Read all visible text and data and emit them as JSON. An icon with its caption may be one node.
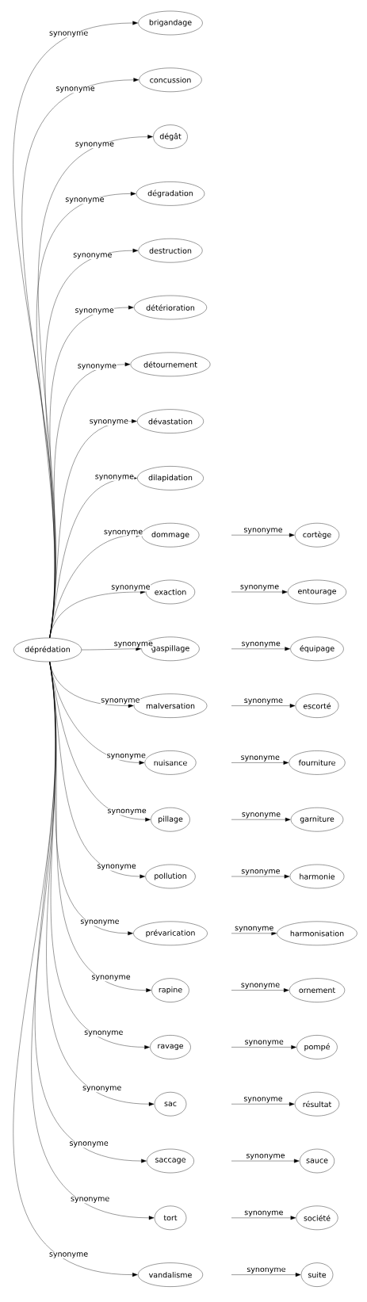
{
  "diagram": {
    "nodes": [
      {
        "text": [
          "déprédation"
        ]
      },
      {
        "text": [
          "brigandage"
        ]
      },
      {
        "text": [
          "concussion"
        ]
      },
      {
        "text": [
          "dégât"
        ]
      },
      {
        "text": [
          "dégradation"
        ]
      },
      {
        "text": [
          "destruction"
        ]
      },
      {
        "text": [
          "détérioration"
        ]
      },
      {
        "text": [
          "détournement"
        ]
      },
      {
        "text": [
          "dévastation"
        ]
      },
      {
        "text": [
          "dilapidation"
        ]
      },
      {
        "text": [
          "dommage"
        ]
      },
      {
        "text": [
          "exaction"
        ]
      },
      {
        "text": [
          "gaspillage"
        ]
      },
      {
        "text": [
          "malversation"
        ]
      },
      {
        "text": [
          "nuisance"
        ]
      },
      {
        "text": [
          "pillage"
        ]
      },
      {
        "text": [
          "pollution"
        ]
      },
      {
        "text": [
          "prévarication"
        ]
      },
      {
        "text": [
          "rapine"
        ]
      },
      {
        "text": [
          "ravage"
        ]
      },
      {
        "text": [
          "sac"
        ]
      },
      {
        "text": [
          "saccage"
        ]
      },
      {
        "text": [
          "tort"
        ]
      },
      {
        "text": [
          "vandalisme"
        ]
      },
      {
        "text": [
          "cortège"
        ]
      },
      {
        "text": [
          "entourage"
        ]
      },
      {
        "text": [
          "équipage"
        ]
      },
      {
        "text": [
          "escorté"
        ]
      },
      {
        "text": [
          "fourniture"
        ]
      },
      {
        "text": [
          "garniture"
        ]
      },
      {
        "text": [
          "harmonie"
        ]
      },
      {
        "text": [
          "harmonisation"
        ]
      },
      {
        "text": [
          "ornement"
        ]
      },
      {
        "text": [
          "pompé"
        ]
      },
      {
        "text": [
          "résultat"
        ]
      },
      {
        "text": [
          "sauce"
        ]
      },
      {
        "text": [
          "société"
        ]
      },
      {
        "text": [
          "suite"
        ]
      }
    ],
    "edges": [
      {
        "from": 0,
        "to": 1,
        "arrow": "to",
        "label": "synonyme"
      },
      {
        "from": 0,
        "to": 2,
        "arrow": "to",
        "label": "synonyme"
      },
      {
        "from": 0,
        "to": 3,
        "arrow": "to",
        "label": "synonyme"
      },
      {
        "from": 0,
        "to": 4,
        "arrow": "to",
        "label": "synonyme"
      },
      {
        "from": 0,
        "to": 5,
        "arrow": "to",
        "label": "synonyme"
      },
      {
        "from": 0,
        "to": 6,
        "arrow": "to",
        "label": "synonyme"
      },
      {
        "from": 0,
        "to": 7,
        "arrow": "to",
        "label": "synonyme"
      },
      {
        "from": 0,
        "to": 8,
        "arrow": "to",
        "label": "synonyme"
      },
      {
        "from": 0,
        "to": 9,
        "arrow": "to",
        "label": "synonyme"
      },
      {
        "from": 0,
        "to": 10,
        "arrow": "to",
        "label": "synonyme"
      },
      {
        "from": 0,
        "to": 11,
        "arrow": "to",
        "label": "synonyme"
      },
      {
        "from": 0,
        "to": 12,
        "arrow": "to",
        "label": "synonyme"
      },
      {
        "from": 0,
        "to": 13,
        "arrow": "to",
        "label": "synonyme"
      },
      {
        "from": 0,
        "to": 14,
        "arrow": "to",
        "label": "synonyme"
      },
      {
        "from": 0,
        "to": 15,
        "arrow": "to",
        "label": "synonyme"
      },
      {
        "from": 0,
        "to": 16,
        "arrow": "to",
        "label": "synonyme"
      },
      {
        "from": 0,
        "to": 17,
        "arrow": "to",
        "label": "synonyme"
      },
      {
        "from": 0,
        "to": 18,
        "arrow": "to",
        "label": "synonyme"
      },
      {
        "from": 0,
        "to": 19,
        "arrow": "to",
        "label": "synonyme"
      },
      {
        "from": 0,
        "to": 20,
        "arrow": "to",
        "label": "synonyme"
      },
      {
        "from": 0,
        "to": 21,
        "arrow": "to",
        "label": "synonyme"
      },
      {
        "from": 0,
        "to": 22,
        "arrow": "to",
        "label": "synonyme"
      },
      {
        "from": 0,
        "to": 23,
        "arrow": "to",
        "label": "synonyme"
      },
      {
        "from": null,
        "to": 24,
        "arrow": "to",
        "label": "synonyme"
      },
      {
        "from": null,
        "to": 25,
        "arrow": "to",
        "label": "synonyme"
      },
      {
        "from": null,
        "to": 26,
        "arrow": "to",
        "label": "synonyme"
      },
      {
        "from": null,
        "to": 27,
        "arrow": "to",
        "label": "synonyme"
      },
      {
        "from": null,
        "to": 28,
        "arrow": "to",
        "label": "synonyme"
      },
      {
        "from": null,
        "to": 29,
        "arrow": "to",
        "label": "synonyme"
      },
      {
        "from": null,
        "to": 30,
        "arrow": "to",
        "label": "synonyme"
      },
      {
        "from": null,
        "to": 31,
        "arrow": "to",
        "label": "synonyme"
      },
      {
        "from": null,
        "to": 32,
        "arrow": "to",
        "label": "synonyme"
      },
      {
        "from": null,
        "to": 33,
        "arrow": "to",
        "label": "synonyme"
      },
      {
        "from": null,
        "to": 34,
        "arrow": "to",
        "label": "synonyme"
      },
      {
        "from": null,
        "to": 35,
        "arrow": "to",
        "label": "synonyme"
      },
      {
        "from": null,
        "to": 36,
        "arrow": "to",
        "label": "synonyme"
      },
      {
        "from": null,
        "to": 37,
        "arrow": "to",
        "label": "synonyme"
      }
    ]
  }
}
